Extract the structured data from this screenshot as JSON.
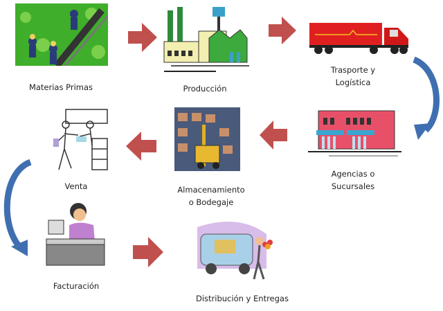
{
  "steps": [
    {
      "label_1": "Materias Primas",
      "icon": "farm-workers-icon"
    },
    {
      "label_1": "Producción",
      "icon": "factory-icon"
    },
    {
      "label_1": "Trasporte y",
      "label_2": "Logística",
      "icon": "truck-icon"
    },
    {
      "label_1": "Agencias o",
      "label_2": "Sucursales",
      "icon": "store-icon"
    },
    {
      "label_1": "Almacenamiento",
      "label_2": "o Bodegaje",
      "icon": "warehouse-forklift-icon"
    },
    {
      "label_1": "Venta",
      "icon": "salesperson-icon"
    },
    {
      "label_1": "Facturación",
      "icon": "cashier-icon"
    },
    {
      "label_1": "Distribución y Entregas",
      "icon": "delivery-van-icon"
    }
  ],
  "colors": {
    "flow_arrow": "#c0504d",
    "curve_arrow": "#3f6fb0"
  }
}
